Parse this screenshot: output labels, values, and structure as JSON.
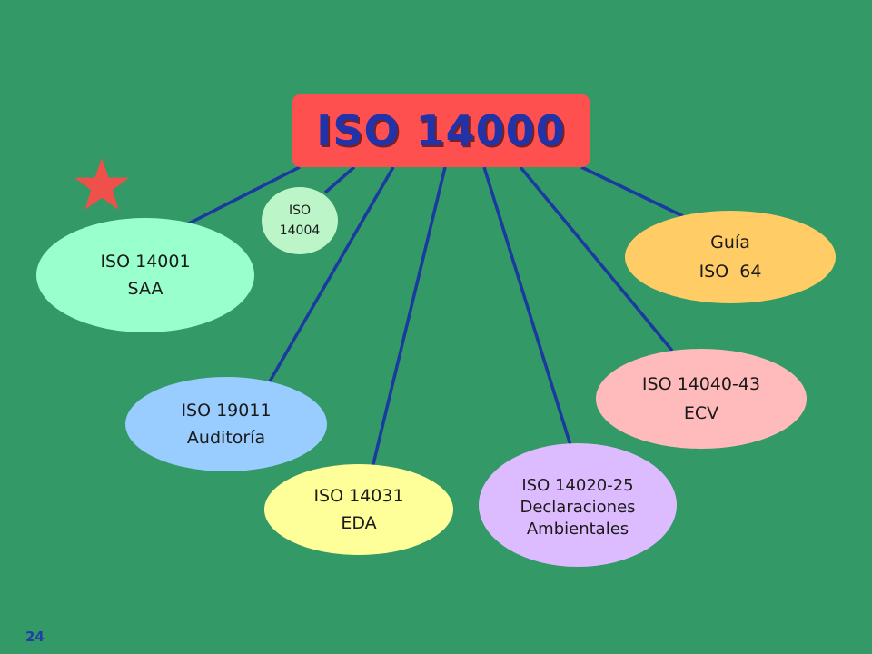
{
  "diagram": {
    "root": {
      "label": "ISO 14000"
    },
    "nodes": {
      "iso14004": {
        "lines": [
          "ISO",
          "14004"
        ]
      },
      "iso14001": {
        "lines": [
          "ISO 14001",
          "SAA"
        ]
      },
      "guia64": {
        "lines": [
          "Guía",
          "ISO  64"
        ]
      },
      "iso19011": {
        "lines": [
          "ISO 19011",
          "Auditoría"
        ]
      },
      "iso14031": {
        "lines": [
          "ISO 14031",
          "EDA"
        ]
      },
      "iso14020": {
        "lines": [
          "ISO 14020-25",
          "Declaraciones",
          "Ambientales"
        ]
      },
      "iso14040": {
        "lines": [
          "ISO 14040-43",
          "ECV"
        ]
      }
    }
  },
  "page_number": "24",
  "colors": {
    "background": "#339966",
    "root_fill": "#ff5050",
    "root_text": "#2233aa",
    "connector": "#1a3aa0",
    "star": "#f0504a",
    "iso14004": "#bbf5c8",
    "iso14001": "#99ffcc",
    "guia64": "#ffcc66",
    "iso19011": "#99ccff",
    "iso14031": "#ffff99",
    "iso14020": "#ddbbff",
    "iso14040": "#ffbbbb",
    "page_number": "#1f3fa8"
  },
  "icons": {
    "star": "star-icon"
  }
}
